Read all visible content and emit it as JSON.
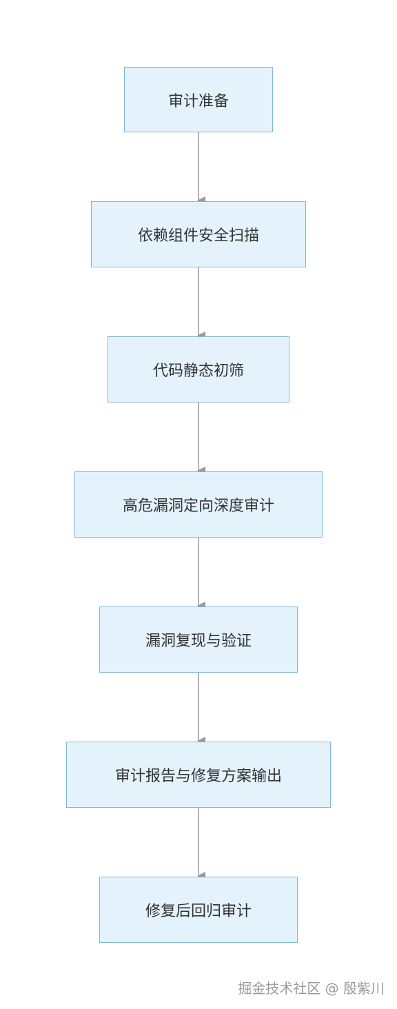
{
  "flow": {
    "steps": [
      "审计准备",
      "依赖组件安全扫描",
      "代码静态初筛",
      "高危漏洞定向深度审计",
      "漏洞复现与验证",
      "审计报告与修复方案输出",
      "修复后回归审计"
    ]
  },
  "colors": {
    "node_fill": "#e3f2fb",
    "node_border": "#82b5da",
    "arrow": "#999999",
    "text": "#333333"
  },
  "watermark": "掘金技术社区 @ 殷紫川"
}
